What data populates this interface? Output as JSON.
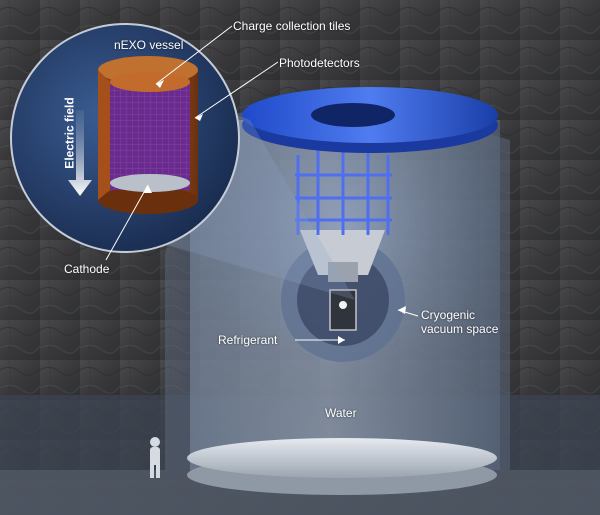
{
  "labels": {
    "charge_tiles": "Charge collection tiles",
    "vessel": "nEXO vessel",
    "photodetectors": "Photodetectors",
    "electric_field": "Electric field",
    "cathode": "Cathode",
    "cryogenic_1": "Cryogenic",
    "cryogenic_2": "vacuum space",
    "refrigerant": "Refrigerant",
    "water": "Water"
  }
}
